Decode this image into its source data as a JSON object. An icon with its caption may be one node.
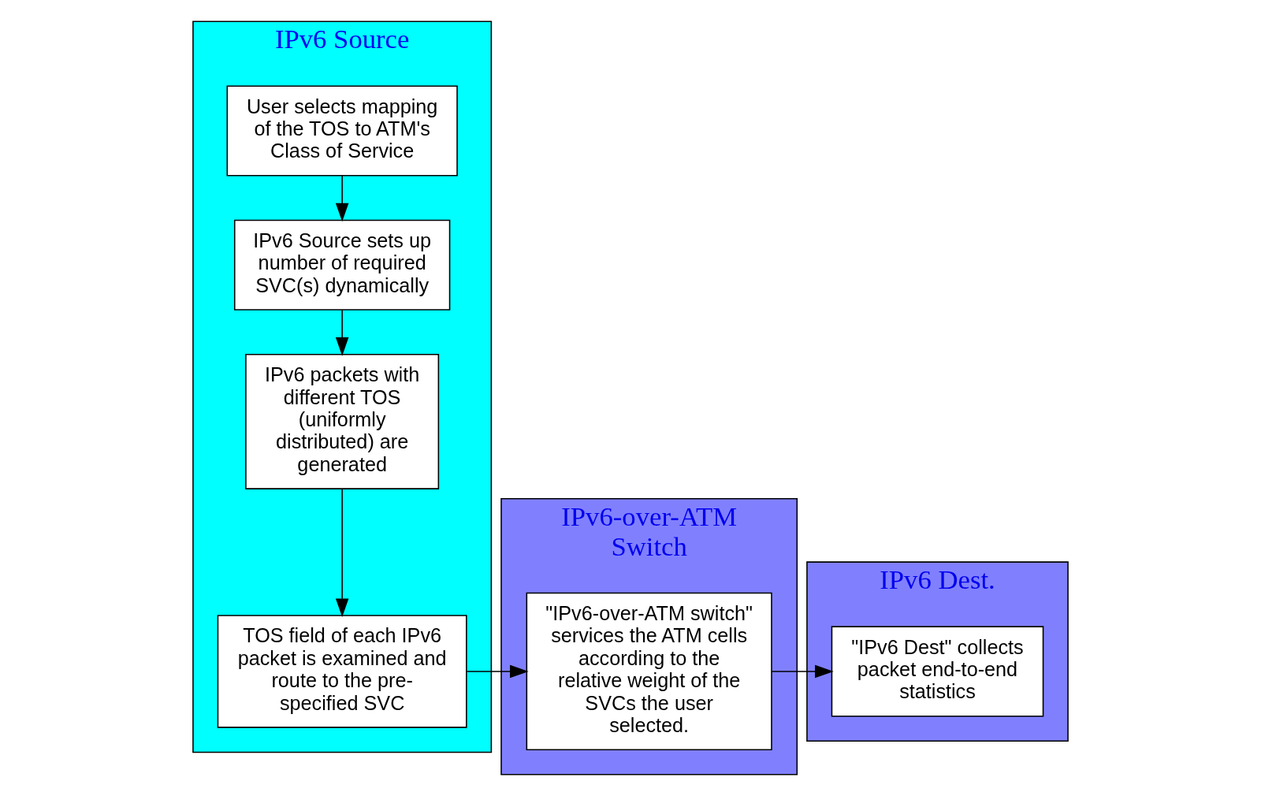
{
  "diagram": {
    "nodes": [
      {
        "text": [
          "IPv6 Source"
        ]
      },
      {
        "text": [
          "User selects mapping of the TOS to ATM's Class of Service"
        ],
        "in": 0
      },
      {
        "text": [
          "IPv6 Source sets up number of required SVC(s) dynamically"
        ],
        "in": 0
      },
      {
        "text": [
          "IPv6 packets with different TOS (uniformly distributed) are generated"
        ],
        "in": 0
      },
      {
        "text": [
          "TOS field of each IPv6 packet is examined and route to the pre-specified SVC"
        ],
        "in": 0
      },
      {
        "text": [
          "IPv6-over-ATM Switch"
        ]
      },
      {
        "text": [
          "\"IPv6-over-ATM switch\" services the ATM cells according to the relative weight of the SVCs the user selected."
        ],
        "in": 5
      },
      {
        "text": [
          "IPv6 Dest."
        ]
      },
      {
        "text": [
          "\"IPv6 Dest\" collects packet end-to-end statistics"
        ],
        "in": 7
      }
    ],
    "edges": [
      {
        "from": 1,
        "to": 2,
        "arrow": "to"
      },
      {
        "from": 2,
        "to": 3,
        "arrow": "to"
      },
      {
        "from": 3,
        "to": 4,
        "arrow": "to"
      },
      {
        "from": 4,
        "to": 6,
        "arrow": "to"
      },
      {
        "from": 6,
        "to": 8,
        "arrow": "to"
      }
    ]
  }
}
